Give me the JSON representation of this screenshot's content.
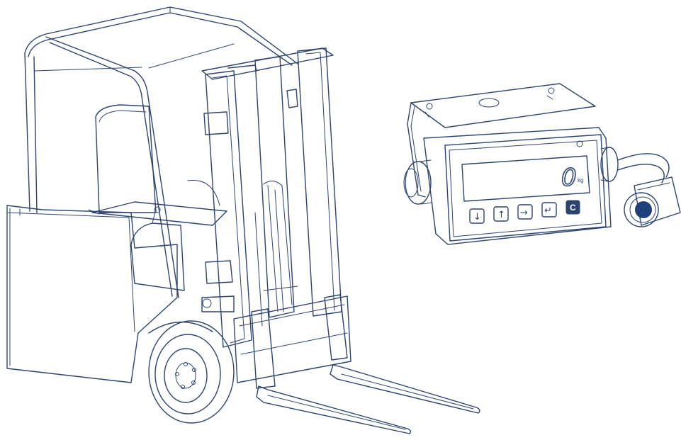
{
  "indicator": {
    "display": {
      "value": "0",
      "unit": "kg"
    },
    "keys": [
      {
        "name": "down",
        "glyph": "↓"
      },
      {
        "name": "up",
        "glyph": "↑"
      },
      {
        "name": "right",
        "glyph": "→"
      },
      {
        "name": "enter",
        "glyph": "↵"
      },
      {
        "name": "clear",
        "glyph": "C"
      }
    ]
  },
  "colors": {
    "line": "#2d4470",
    "background": "#ffffff",
    "sensor_lens": "#1f3f7a"
  }
}
